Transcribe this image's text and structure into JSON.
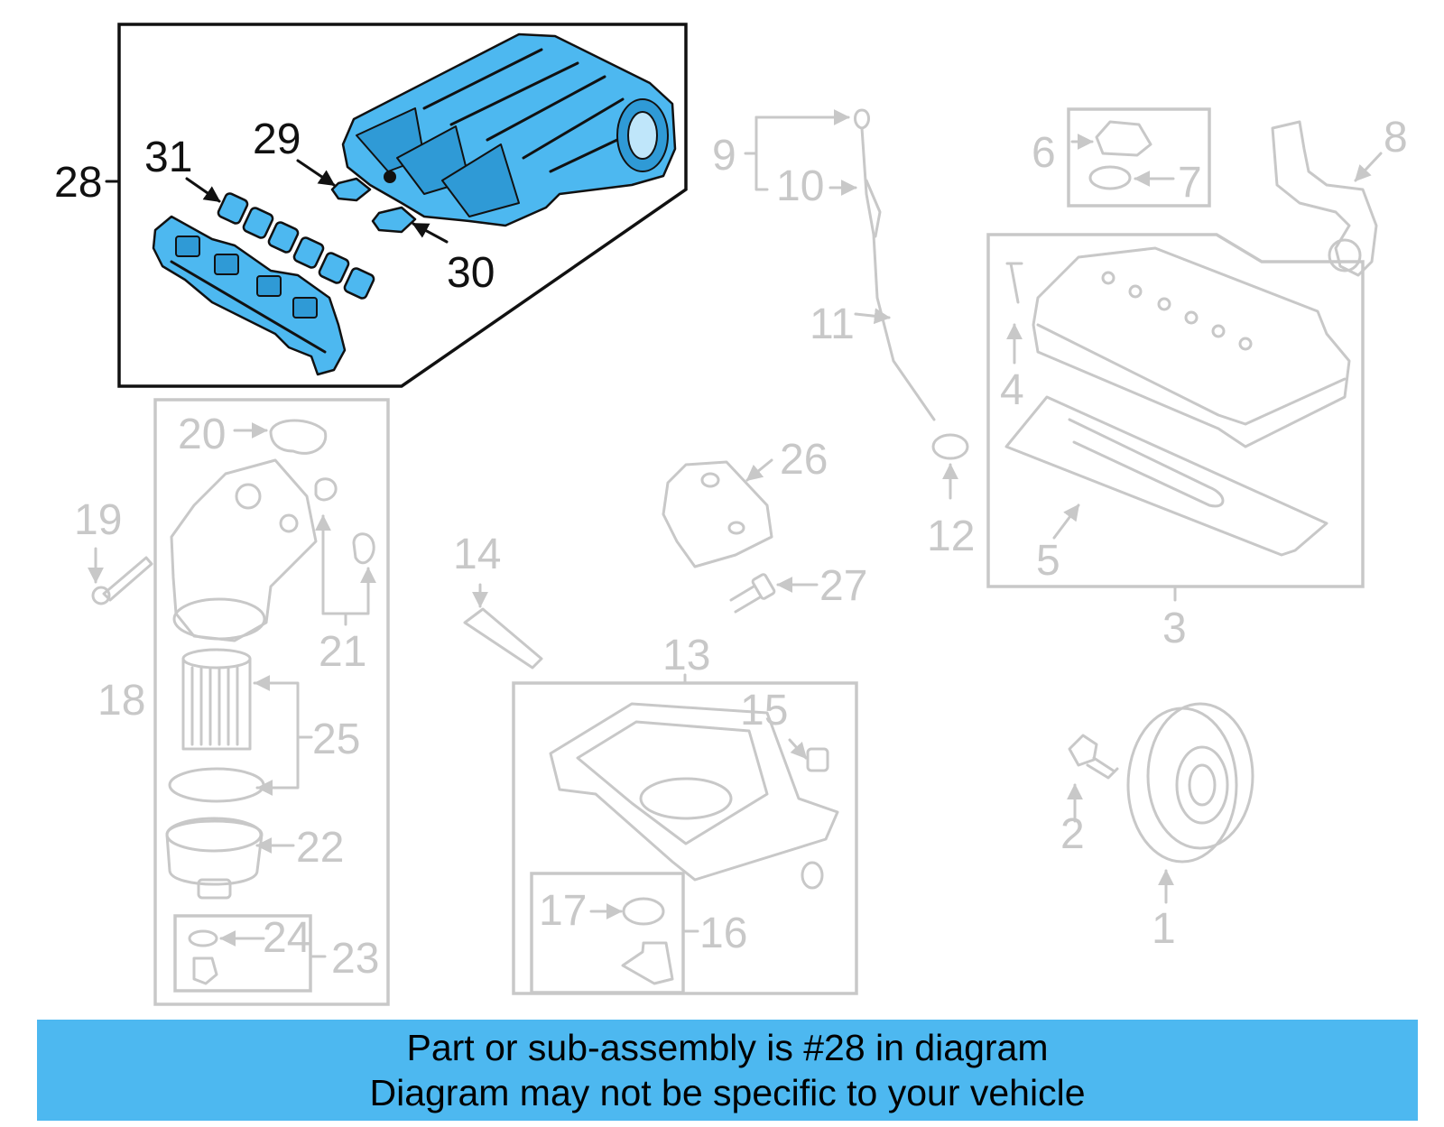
{
  "banner": {
    "line1": "Part or sub-assembly is #28 in diagram",
    "line2": "Diagram may not be specific to your vehicle"
  },
  "highlight_color": "#4db8f0",
  "callouts": {
    "c1": "1",
    "c2": "2",
    "c3": "3",
    "c4": "4",
    "c5": "5",
    "c6": "6",
    "c7": "7",
    "c8": "8",
    "c9": "9",
    "c10": "10",
    "c11": "11",
    "c12": "12",
    "c13": "13",
    "c14": "14",
    "c15": "15",
    "c16": "16",
    "c17": "17",
    "c18": "18",
    "c19": "19",
    "c20": "20",
    "c21": "21",
    "c22": "22",
    "c23": "23",
    "c24": "24",
    "c25": "25",
    "c26": "26",
    "c27": "27",
    "c28": "28",
    "c29": "29",
    "c30": "30",
    "c31": "31"
  }
}
